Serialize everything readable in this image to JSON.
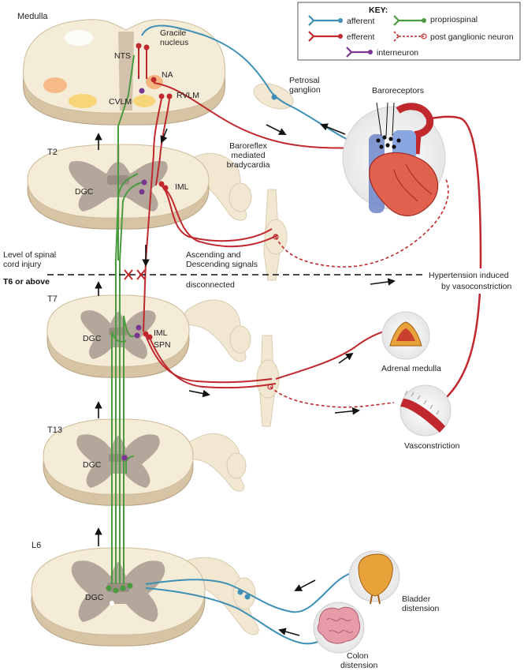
{
  "key": {
    "title": "KEY:",
    "afferent": "afferent",
    "efferent": "efferent",
    "propriospinal": "propriospinal",
    "postganglionic": "post ganglionic neuron",
    "interneuron": "interneuron"
  },
  "segments": {
    "medulla": "Medulla",
    "t2": "T2",
    "t7": "T7",
    "t13": "T13",
    "l6": "L6"
  },
  "medulla_labels": {
    "nts": "NTS",
    "gracile_1": "Gracile",
    "gracile_2": "nucleus",
    "na": "NA",
    "cvlm": "CVLM",
    "rvlm": "RVLM"
  },
  "cord_labels": {
    "dgc": "DGC",
    "iml": "IML",
    "spn": "SPN"
  },
  "annotations": {
    "petrosal_1": "Petrosal",
    "petrosal_2": "ganglion",
    "baroreceptors": "Baroreceptors",
    "baroreflex_1": "Baroreflex",
    "baroreflex_2": "mediated",
    "baroreflex_3": "bradycardia",
    "injury_1": "Level of spinal",
    "injury_2": "cord injury",
    "injury_3": "T6 or above",
    "disconnect_1": "Ascending and",
    "disconnect_2": "Descending signals",
    "disconnect_3": "disconnected",
    "hypertension_1": "Hypertension induced",
    "hypertension_2": "by vasoconstriction",
    "adrenal": "Adrenal medulla",
    "vasoconstriction": "Vasconstriction",
    "bladder_1": "Bladder",
    "bladder_2": "distension",
    "colon_1": "Colon",
    "colon_2": "distension"
  },
  "colors": {
    "afferent": "#3d8fb5",
    "efferent": "#c0282d",
    "propriospinal": "#4a9a3f",
    "interneuron": "#7a3590",
    "tissue": "#f2e8d2",
    "grey_matter": "#b3a69a"
  },
  "icons": {
    "heart": "heart-illustration",
    "bladder": "bladder-illustration",
    "colon": "colon-illustration",
    "adrenal": "adrenal-gland-illustration",
    "vessel": "blood-vessel-illustration"
  }
}
